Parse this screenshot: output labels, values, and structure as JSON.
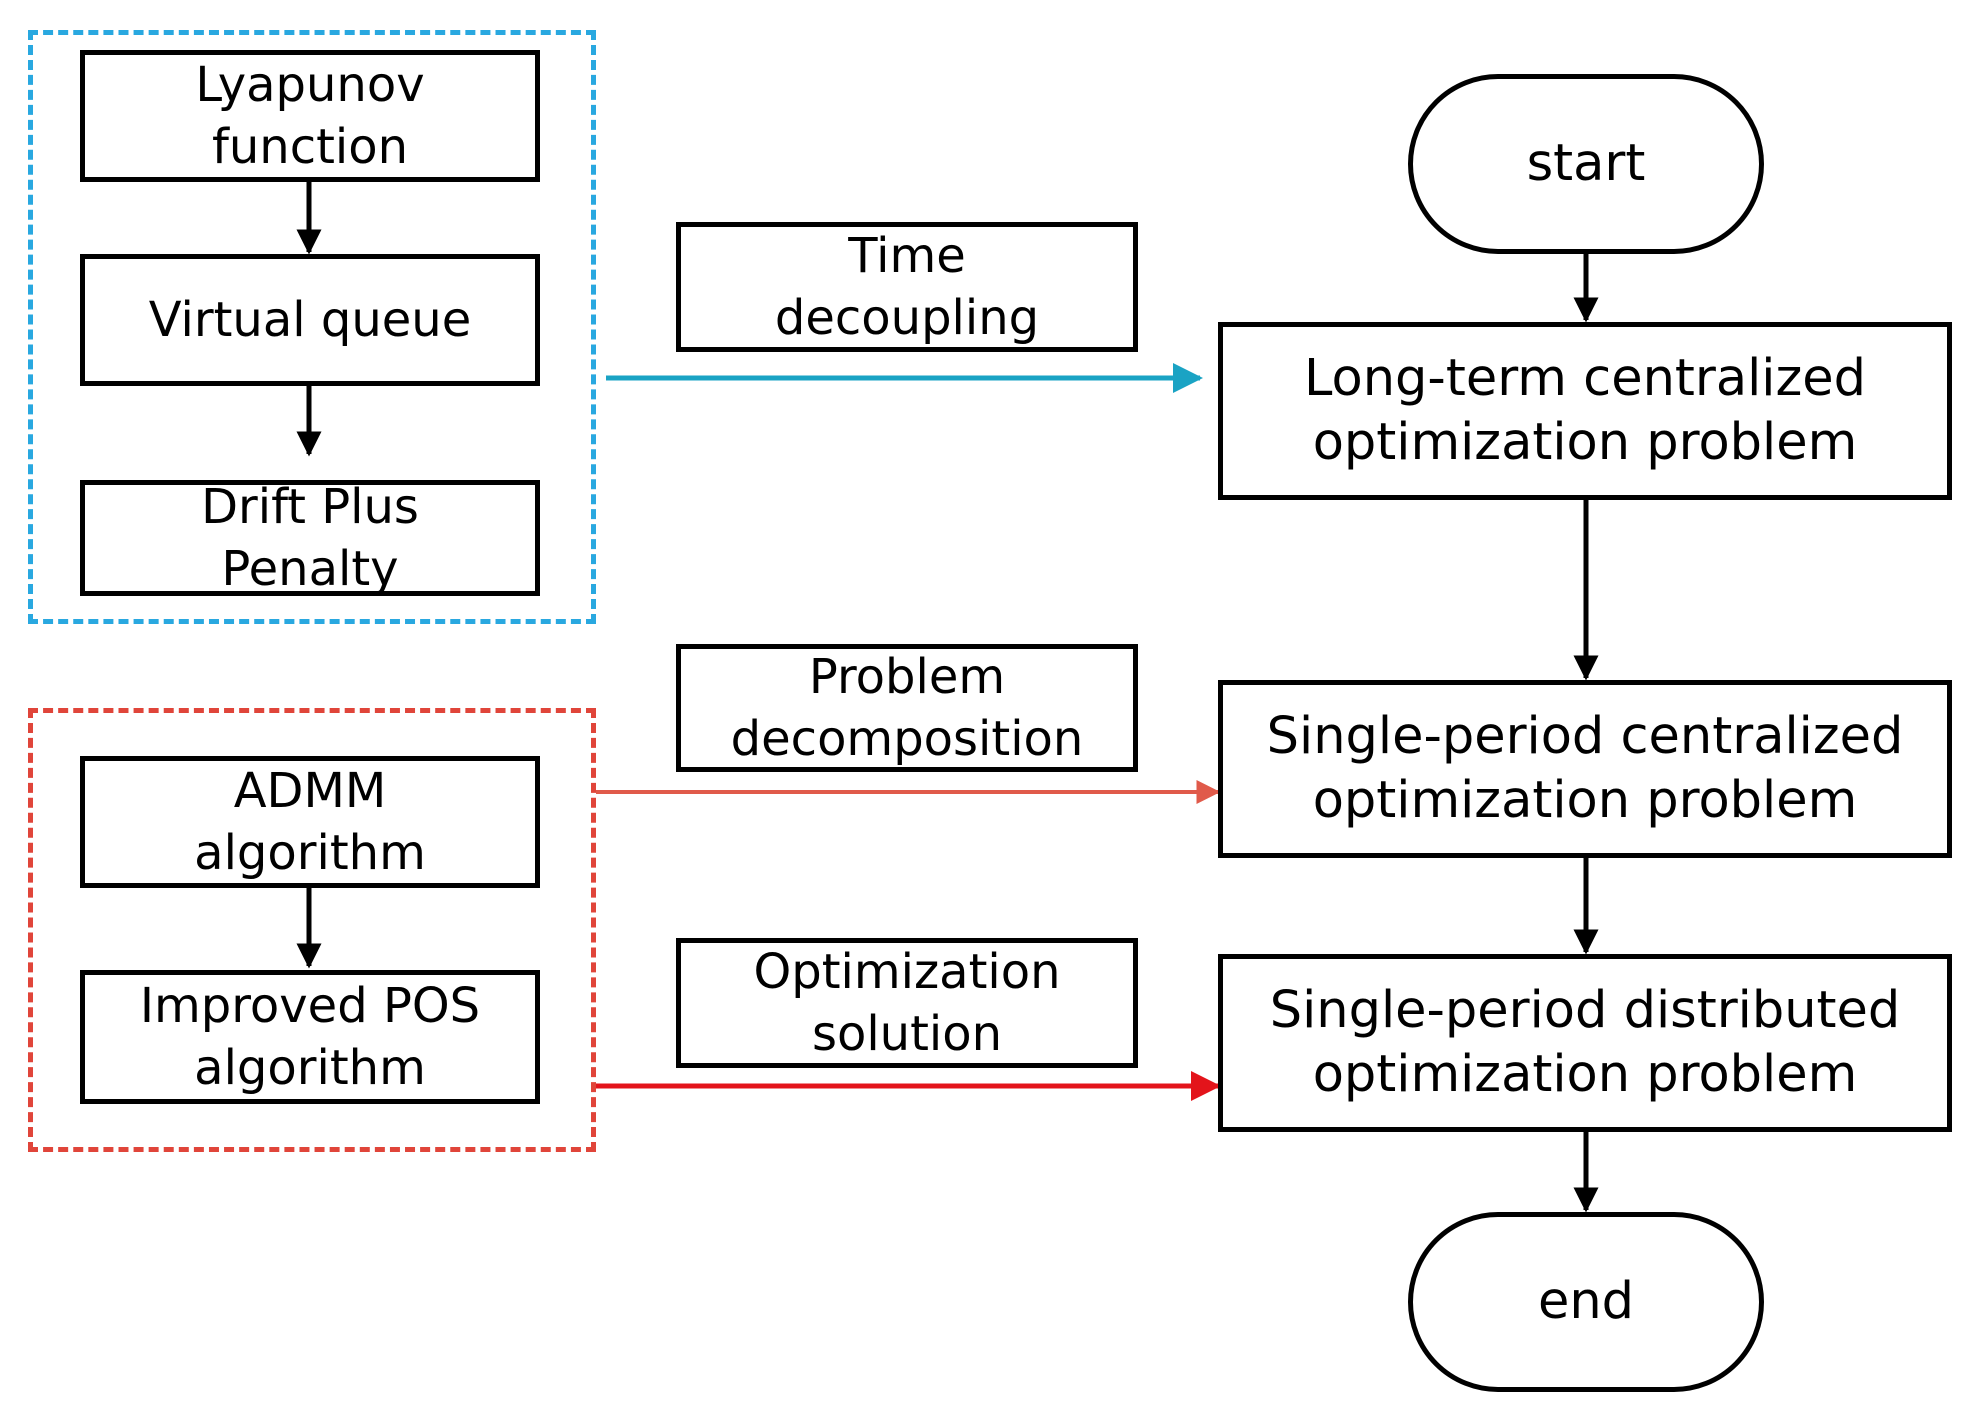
{
  "left_group_top": {
    "color": "#29a8e0",
    "lyapunov": [
      "Lyapunov",
      "function"
    ],
    "virtual_queue": [
      "Virtual queue"
    ],
    "drift": [
      "Drift Plus",
      "Penalty"
    ]
  },
  "left_group_bottom": {
    "color": "#e0453a",
    "admm": [
      "ADMM",
      "algorithm"
    ],
    "pos": [
      "Improved POS",
      "algorithm"
    ]
  },
  "middle_labels": {
    "time_decoupling": [
      "Time",
      "decoupling"
    ],
    "problem_decomposition": [
      "Problem",
      "decomposition"
    ],
    "optimization_solution": [
      "Optimization",
      "solution"
    ]
  },
  "flow": {
    "start": [
      "start"
    ],
    "long_term": [
      "Long-term centralized",
      "optimization problem"
    ],
    "single_centralized": [
      "Single-period centralized",
      "optimization problem"
    ],
    "single_distributed": [
      "Single-period distributed",
      "optimization problem"
    ],
    "end": [
      "end"
    ]
  },
  "colors": {
    "arrow_blue": "#1aa3c4",
    "arrow_red_light": "#e05a4a",
    "arrow_red": "#e3141b",
    "arrow_black": "#000000"
  }
}
